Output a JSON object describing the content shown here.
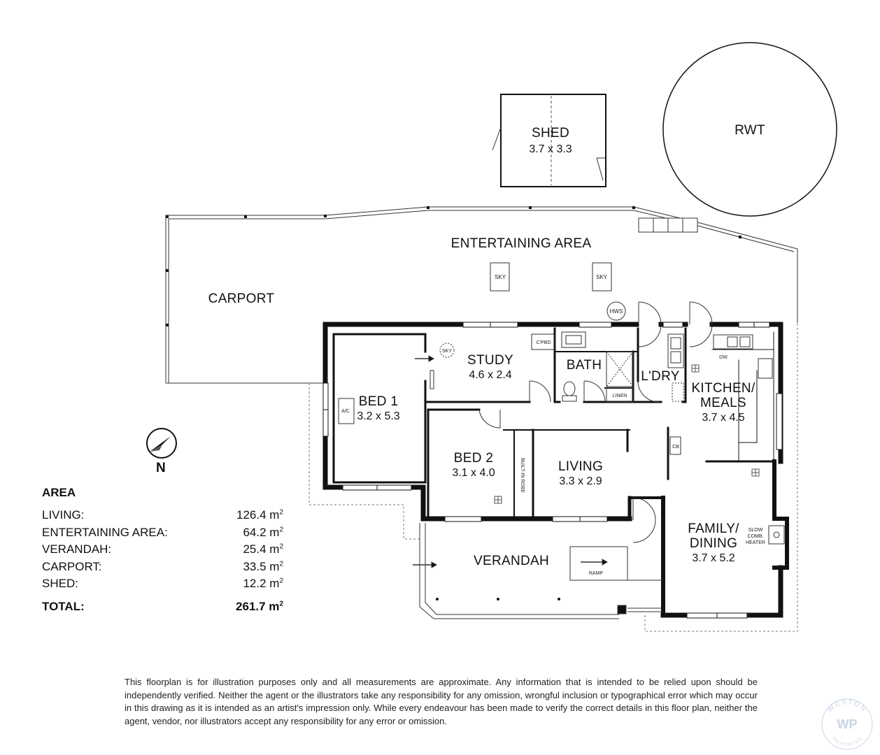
{
  "rooms": {
    "shed": {
      "name": "SHED",
      "dims": "3.7 x 3.3"
    },
    "rwt": {
      "name": "RWT"
    },
    "entertaining": {
      "name": "ENTERTAINING AREA"
    },
    "carport": {
      "name": "CARPORT"
    },
    "study": {
      "name": "STUDY",
      "dims": "4.6 x 2.4"
    },
    "bath": {
      "name": "BATH"
    },
    "laundry": {
      "name": "L'DRY"
    },
    "kitchen": {
      "name_line1": "KITCHEN/",
      "name_line2": "MEALS",
      "dims": "3.7 x 4.5"
    },
    "bed1": {
      "name": "BED 1",
      "dims": "3.2 x 5.3"
    },
    "bed2": {
      "name": "BED 2",
      "dims": "3.1 x 4.0"
    },
    "living": {
      "name": "LIVING",
      "dims": "3.3 x 2.9"
    },
    "family": {
      "name_line1": "FAMILY/",
      "name_line2": "DINING",
      "dims": "3.7 x 5.2"
    },
    "verandah": {
      "name": "VERANDAH"
    }
  },
  "fixtures": {
    "sky": "SKY",
    "hws": "HWS",
    "cpbd": "C'PBD",
    "dw": "DW",
    "linen": "LINEN",
    "ac": "A/C",
    "cb": "CB",
    "robe": "BUILT-IN ROBE",
    "ramp": "RAMP",
    "heater_line1": "SLOW",
    "heater_line2": "COMB.",
    "heater_line3": "HEATER"
  },
  "compass": {
    "label": "N"
  },
  "area_table": {
    "title": "AREA",
    "rows": [
      {
        "label": "LIVING:",
        "value": "126.4 m",
        "unit_sup": "2"
      },
      {
        "label": "ENTERTAINING AREA:",
        "value": "64.2 m",
        "unit_sup": "2"
      },
      {
        "label": "VERANDAH:",
        "value": "25.4 m",
        "unit_sup": "2"
      },
      {
        "label": "CARPORT:",
        "value": "33.5 m",
        "unit_sup": "2"
      },
      {
        "label": "SHED:",
        "value": "12.2 m",
        "unit_sup": "2"
      }
    ],
    "total": {
      "label": "TOTAL:",
      "value": "261.7 m",
      "unit_sup": "2"
    }
  },
  "disclaimer": "This floorplan is for illustration purposes only and all measurements are approximate. Any information that is intended to be relied upon should be independently verified. Neither the agent or the illustrators take any responsibility for any omission, wrongful inclusion or typographical error which may occur in this drawing as it is intended as an artist's impression only. While every endeavour has been made to verify the correct details in this floor plan, neither the agent, vendor, nor illustrators accept any responsibility for any error or omission.",
  "logo": {
    "arc_top": "WESTON",
    "mark": "WP",
    "arc_bottom": "PROPERTIES",
    "color": "#c9d6e6"
  },
  "colors": {
    "wall": "#111111",
    "line": "#333333",
    "dashed": "#777777"
  }
}
